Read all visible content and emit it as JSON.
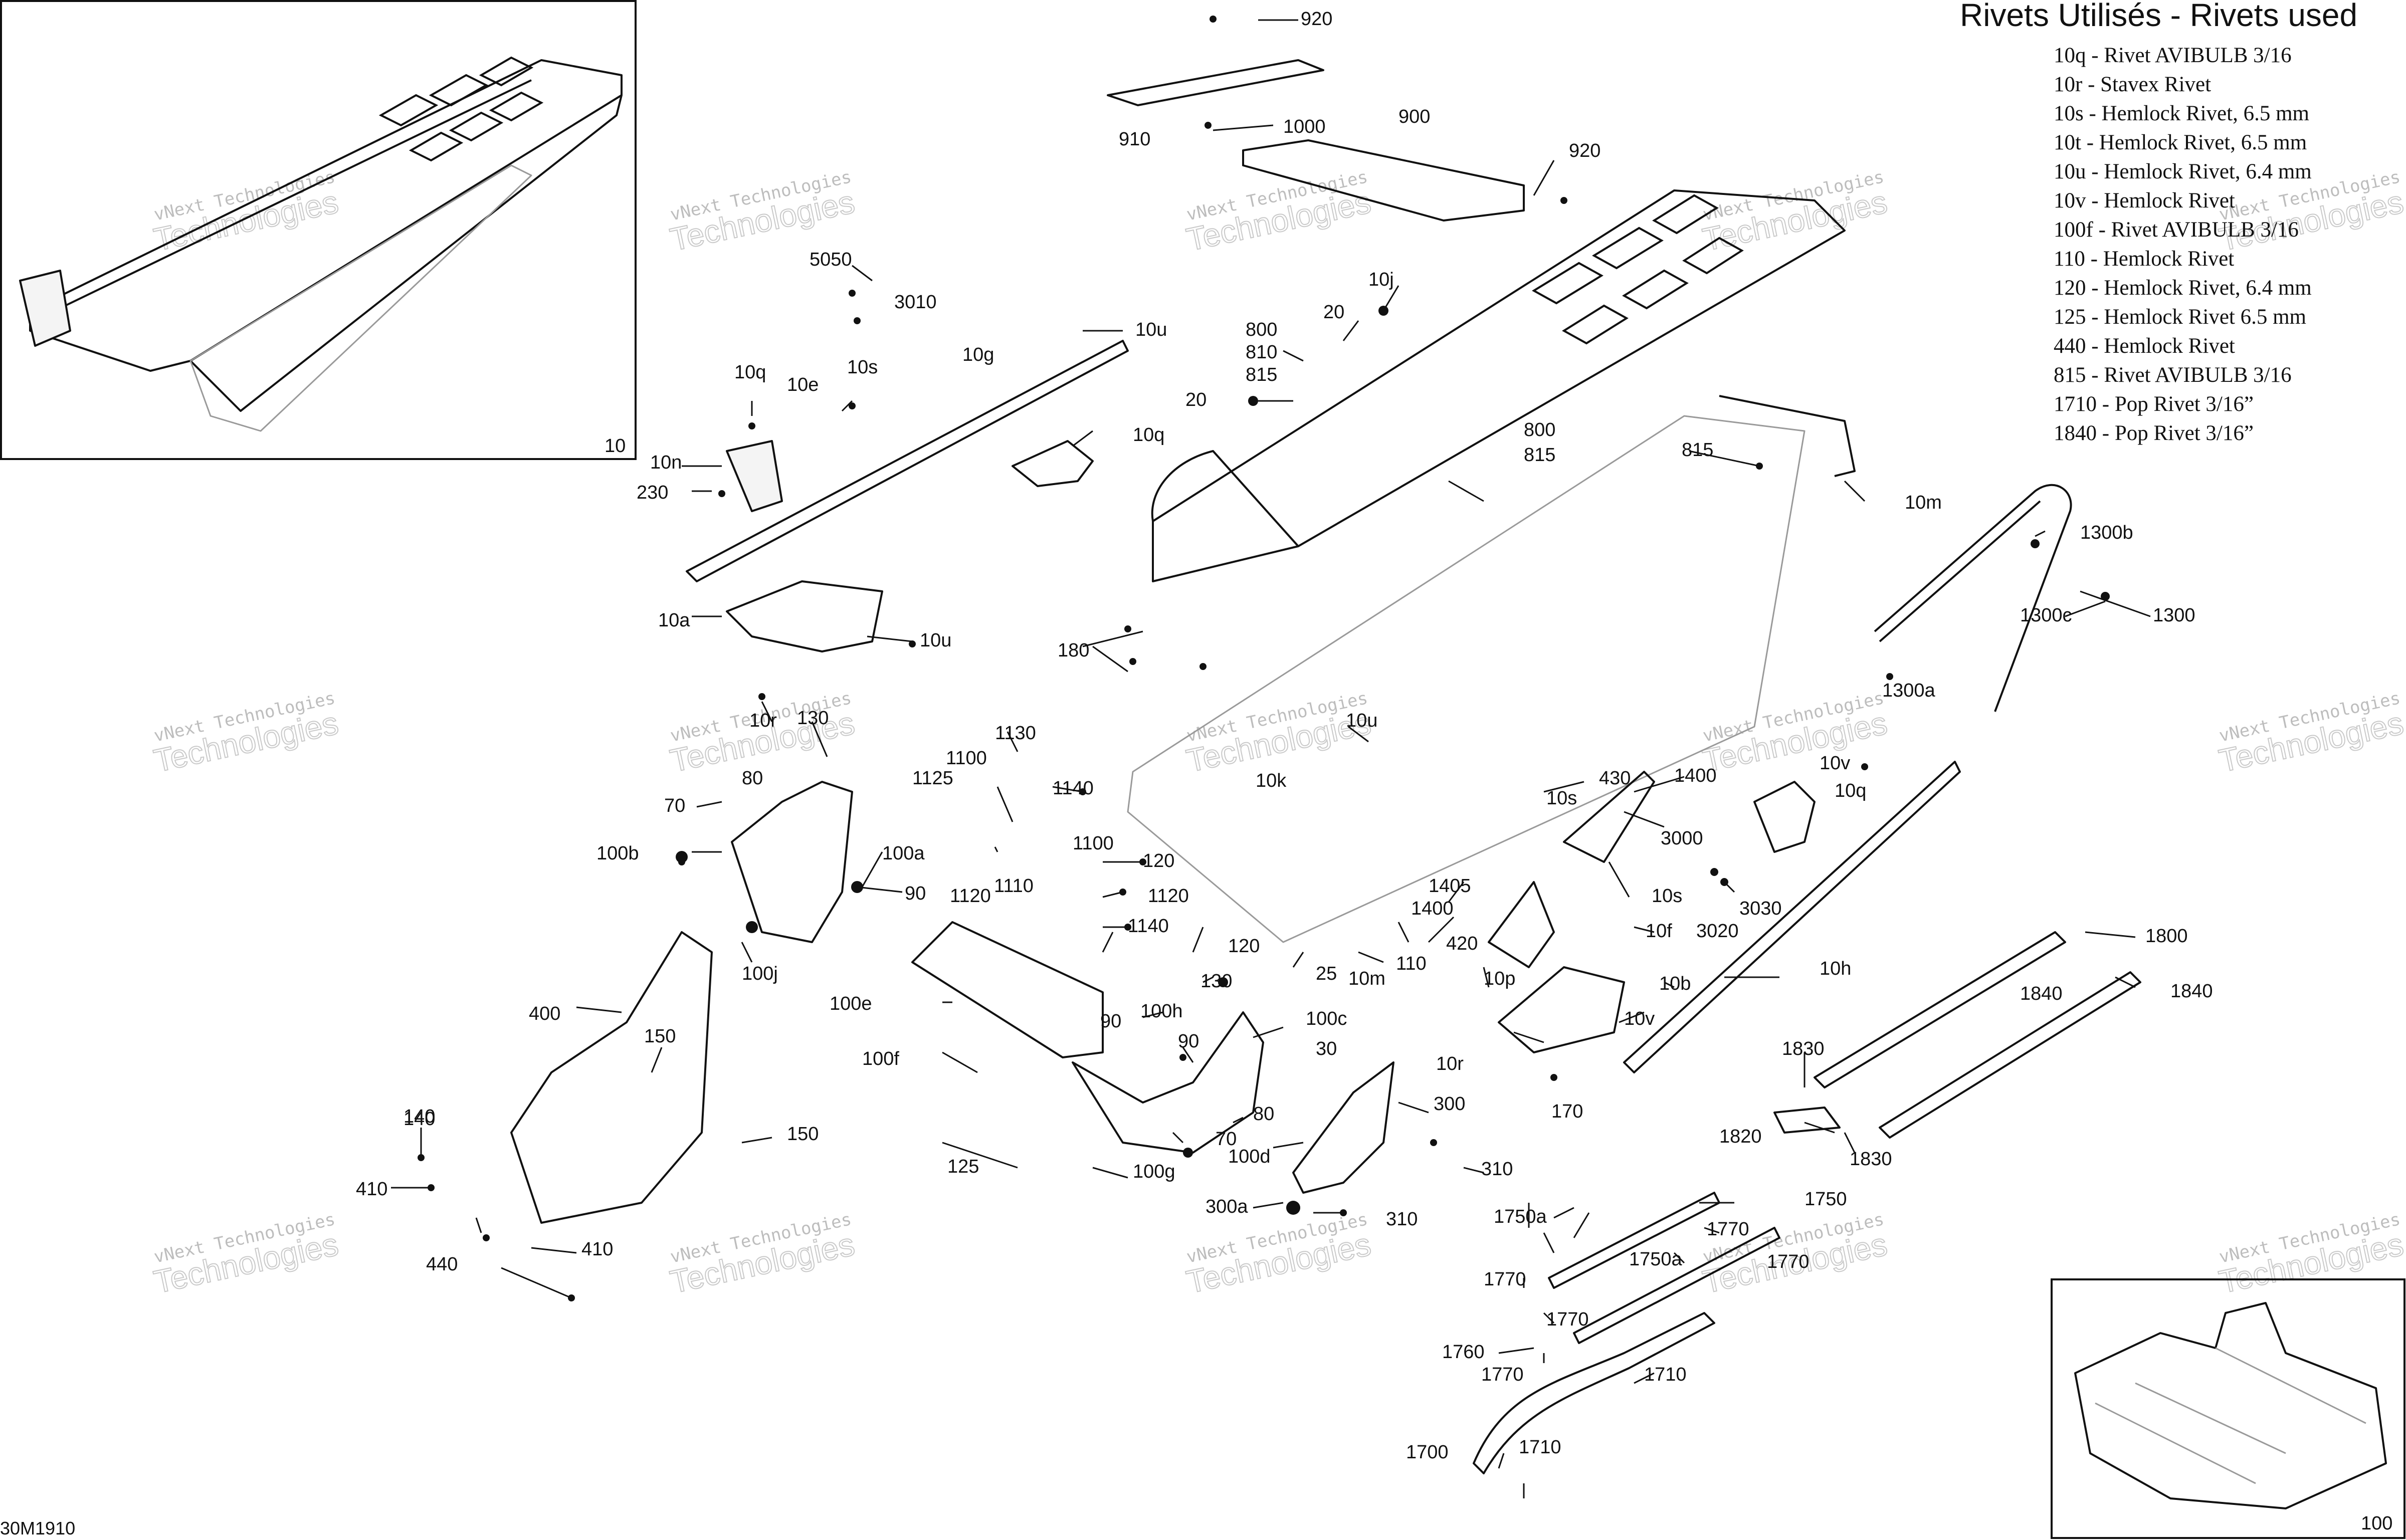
{
  "legend": {
    "title": "Rivets Utilisés - Rivets used",
    "items": [
      "10q - Rivet AVIBULB 3/16",
      "10r - Stavex Rivet",
      "10s - Hemlock Rivet, 6.5 mm",
      "10t - Hemlock Rivet, 6.5 mm",
      "10u - Hemlock Rivet, 6.4 mm",
      "10v - Hemlock Rivet",
      "100f - Rivet AVIBULB 3/16",
      "110 - Hemlock Rivet",
      "120 - Hemlock Rivet, 6.4 mm",
      "125 - Hemlock Rivet 6.5 mm",
      "440 - Hemlock Rivet",
      "815 - Rivet AVIBULB 3/16",
      "1710 - Pop Rivet 3/16”",
      "1840 - Pop Rivet 3/16”"
    ]
  },
  "drawing_id": "30M1910",
  "inset_top_left_label": "10",
  "inset_bottom_right_label": "100",
  "watermark": {
    "line1": "vNext Technologies",
    "line2": "Technologies"
  },
  "callouts": [
    "920",
    "910",
    "1000",
    "900",
    "920",
    "10j",
    "20",
    "800",
    "810",
    "815",
    "20",
    "800",
    "815",
    "815",
    "10m",
    "5050",
    "3010",
    "10u",
    "10g",
    "10q",
    "10s",
    "10e",
    "10q",
    "10n",
    "230",
    "10a",
    "10u",
    "180",
    "10r",
    "130",
    "1300b",
    "1300",
    "1300c",
    "1300a",
    "70",
    "80",
    "100b",
    "100a",
    "90",
    "100j",
    "10u",
    "10k",
    "1130",
    "1100",
    "1125",
    "1140",
    "1100",
    "120",
    "1120",
    "1110",
    "1120",
    "1140",
    "10s",
    "430",
    "1400",
    "3000",
    "10v",
    "10q",
    "10s",
    "1405",
    "1400",
    "110",
    "420",
    "25",
    "10m",
    "3030",
    "3020",
    "10f",
    "10p",
    "10b",
    "10h",
    "1800",
    "1840",
    "1840",
    "400",
    "150",
    "140",
    "410",
    "150",
    "120",
    "100e",
    "90",
    "100h",
    "100c",
    "30",
    "100f",
    "90",
    "80",
    "70",
    "100d",
    "125",
    "100g",
    "300",
    "310",
    "300a",
    "310",
    "130",
    "10r",
    "10v",
    "170",
    "1830",
    "1820",
    "1830",
    "140",
    "410",
    "440",
    "1750a",
    "1750",
    "1770",
    "1750a",
    "1770",
    "1770",
    "1770",
    "1760",
    "1770",
    "1710",
    "1700",
    "1710"
  ]
}
